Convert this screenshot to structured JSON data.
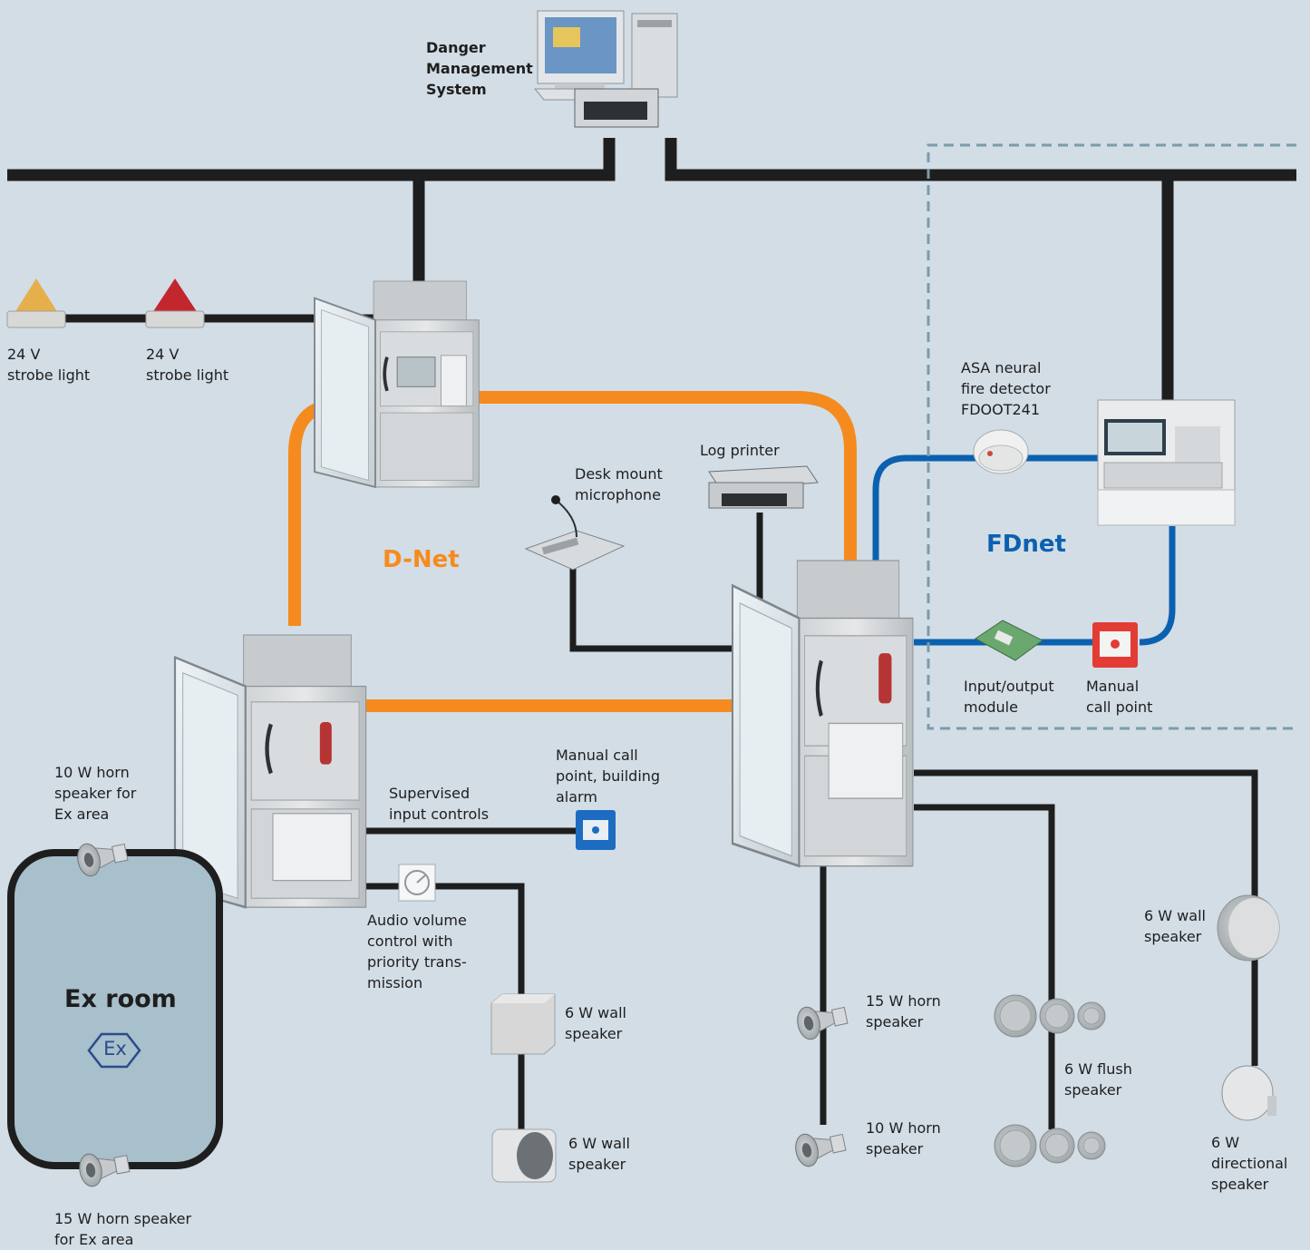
{
  "colors": {
    "background": "#d2dde6",
    "bus": "#1e1e1e",
    "d_net": "#f58b1f",
    "fdnet": "#0b61b0",
    "ex_room_fill": "#a8bfcc",
    "ex_symbol": "#2a4c8c"
  },
  "nodes": {
    "dms": "Danger\nManagement\nSystem",
    "strobe1": "24 V\nstrobe light",
    "strobe2": "24 V\nstrobe light",
    "asa_detector": "ASA neural\nfire detector\nFDOOT241",
    "log_printer": "Log printer",
    "desk_mic": "Desk mount\nmicrophone",
    "io_module": "Input/output\nmodule",
    "manual_call_point_fd": "Manual\ncall point",
    "manual_call_point_building": "Manual call\npoint, building\nalarm",
    "supervised_inputs": "Supervised\ninput controls",
    "horn_10w_ex": "10 W horn\nspeaker for\nEx area",
    "audio_volume_control": "Audio volume\ncontrol with\npriority trans-\nmission",
    "wall_speaker_a": "6 W wall\nspeaker",
    "wall_speaker_b": "6 W wall\nspeaker",
    "horn_15w": "15 W horn\nspeaker",
    "horn_10w": "10 W horn\nspeaker",
    "flush_speaker": "6 W flush\nspeaker",
    "wall_speaker_c": "6 W wall\nspeaker",
    "directional_speaker": "6 W\ndirectional\nspeaker",
    "horn_15w_ex": "15 W horn speaker\nfor Ex area"
  },
  "networks": {
    "d_net": "D-Net",
    "fdnet": "FDnet"
  },
  "ex_room": {
    "title": "Ex room",
    "symbol": "Ex"
  },
  "icons": [
    "computer-icon",
    "printer-icon",
    "cabinet-icon",
    "strobe-light-icon",
    "fire-detector-icon",
    "fire-panel-icon",
    "microphone-icon",
    "io-module-icon",
    "call-point-icon",
    "horn-speaker-icon",
    "wall-speaker-icon",
    "flush-speaker-icon",
    "directional-speaker-icon",
    "volume-control-icon",
    "ex-symbol-icon"
  ]
}
